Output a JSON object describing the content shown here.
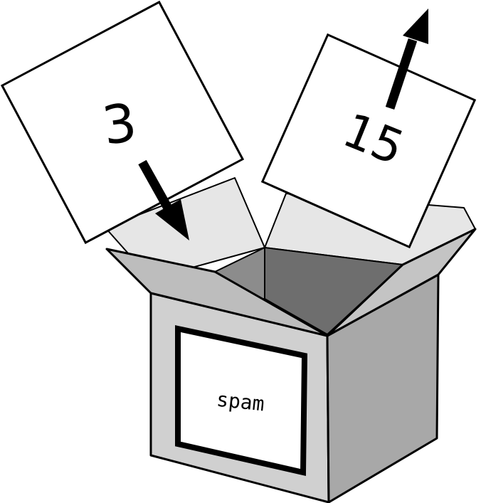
{
  "box": {
    "label": "spam"
  },
  "incoming_card": {
    "value": "3",
    "arrow_direction": "into-box"
  },
  "outgoing_card": {
    "value": "15",
    "arrow_direction": "out-of-box"
  },
  "colors": {
    "background": "#ffffff",
    "outline": "#000000",
    "box_front": "#d0d0d0",
    "box_right": "#a8a8a8",
    "box_flap_left": "#bdbdbd",
    "box_flap_right": "#c4c4c4",
    "box_back_flap": "#e6e6e6",
    "box_inside_dark": "#6e6e6e",
    "box_inside_light": "#8c8c8c",
    "card": "#ffffff"
  }
}
